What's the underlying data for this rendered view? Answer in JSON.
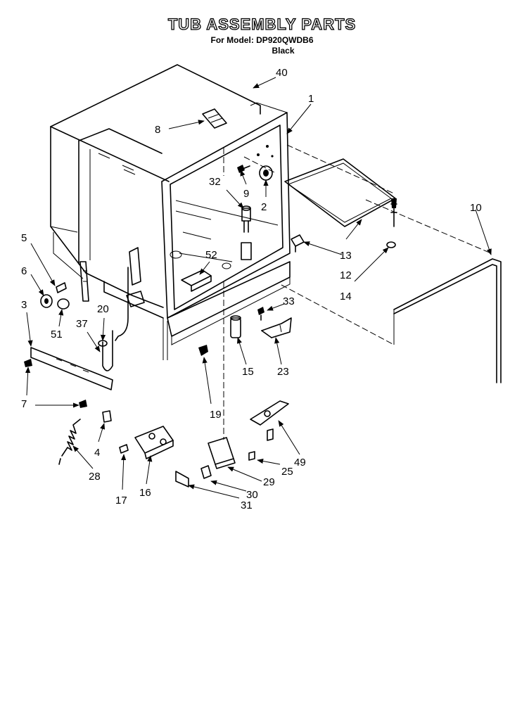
{
  "header": {
    "title": "TUB ASSEMBLY PARTS",
    "model_line": "For Model: DP920QWDB6",
    "color_line": "Black"
  },
  "callouts": {
    "c1": "1",
    "c2": "2",
    "c3": "3",
    "c4": "4",
    "c5": "5",
    "c6": "6",
    "c7": "7",
    "c8": "8",
    "c9": "9",
    "c10": "10",
    "c12": "12",
    "c13": "13",
    "c14": "14",
    "c15": "15",
    "c16": "16",
    "c17": "17",
    "c19": "19",
    "c20": "20",
    "c23": "23",
    "c25": "25",
    "c28": "28",
    "c29": "29",
    "c30": "30",
    "c31": "31",
    "c32": "32",
    "c33": "33",
    "c37": "37",
    "c40": "40",
    "c49": "49",
    "c51": "51",
    "c52": "52"
  }
}
